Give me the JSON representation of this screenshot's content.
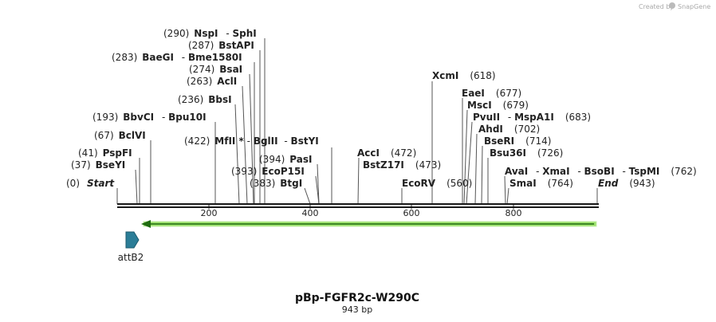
{
  "credit": {
    "text": "Created by",
    "brand": "SnapGene"
  },
  "plasmid": {
    "name": "pBp-FGFR2c-W290C",
    "length_label": "943 bp"
  },
  "enzymes": [
    {
      "pos": "(290)",
      "names": [
        "NspI",
        "SphI"
      ]
    },
    {
      "pos": "(287)",
      "names": [
        "BstAPI"
      ]
    },
    {
      "pos": "(283)",
      "names": [
        "BaeGI",
        "Bme1580I"
      ]
    },
    {
      "pos": "(274)",
      "names": [
        "BsaI"
      ]
    },
    {
      "pos": "(263)",
      "names": [
        "AclI"
      ]
    },
    {
      "pos": "(236)",
      "names": [
        "BbsI"
      ]
    },
    {
      "pos": "(193)",
      "names": [
        "BbvCI",
        "Bpu10I"
      ]
    },
    {
      "pos": "(67)",
      "names": [
        "BclVI"
      ]
    },
    {
      "pos": "(422)",
      "names": [
        "MfII *",
        "BglII",
        "BstYI"
      ]
    },
    {
      "pos": "(41)",
      "names": [
        "PspFI"
      ]
    },
    {
      "pos": "(394)",
      "names": [
        "PasI"
      ]
    },
    {
      "pos": "(37)",
      "names": [
        "BseYI"
      ]
    },
    {
      "pos": "(393)",
      "names": [
        "EcoP15I"
      ]
    },
    {
      "pos": "(383)",
      "names": [
        "BtgI"
      ]
    },
    {
      "pos": "(0)",
      "names": [
        "Start"
      ]
    },
    {
      "pos": "(472)",
      "names": [
        "AccI"
      ]
    },
    {
      "pos": "(473)",
      "names": [
        "BstZ17I"
      ]
    },
    {
      "pos": "(560)",
      "names": [
        "EcoRV"
      ]
    },
    {
      "pos": "(618)",
      "names": [
        "XcmI"
      ]
    },
    {
      "pos": "(677)",
      "names": [
        "EaeI"
      ]
    },
    {
      "pos": "(679)",
      "names": [
        "MscI"
      ]
    },
    {
      "pos": "(683)",
      "names": [
        "PvuII",
        "MspA1I"
      ]
    },
    {
      "pos": "(702)",
      "names": [
        "AhdI"
      ]
    },
    {
      "pos": "(714)",
      "names": [
        "BseRI"
      ]
    },
    {
      "pos": "(726)",
      "names": [
        "Bsu36I"
      ]
    },
    {
      "pos": "(762)",
      "names": [
        "AvaI",
        "XmaI",
        "BsoBI",
        "TspMI"
      ]
    },
    {
      "pos": "(764)",
      "names": [
        "SmaI"
      ]
    },
    {
      "pos": "(943)",
      "names": [
        "End"
      ]
    }
  ],
  "ruler": {
    "ticks": [
      "200",
      "400",
      "600",
      "800"
    ]
  },
  "features": [
    {
      "name": "attB2"
    }
  ],
  "colors": {
    "backbone": "#1a1a1a",
    "orf_fill": "#9be06a",
    "orf_dark": "#1f6b0f",
    "attb2": "#2b7d97"
  }
}
